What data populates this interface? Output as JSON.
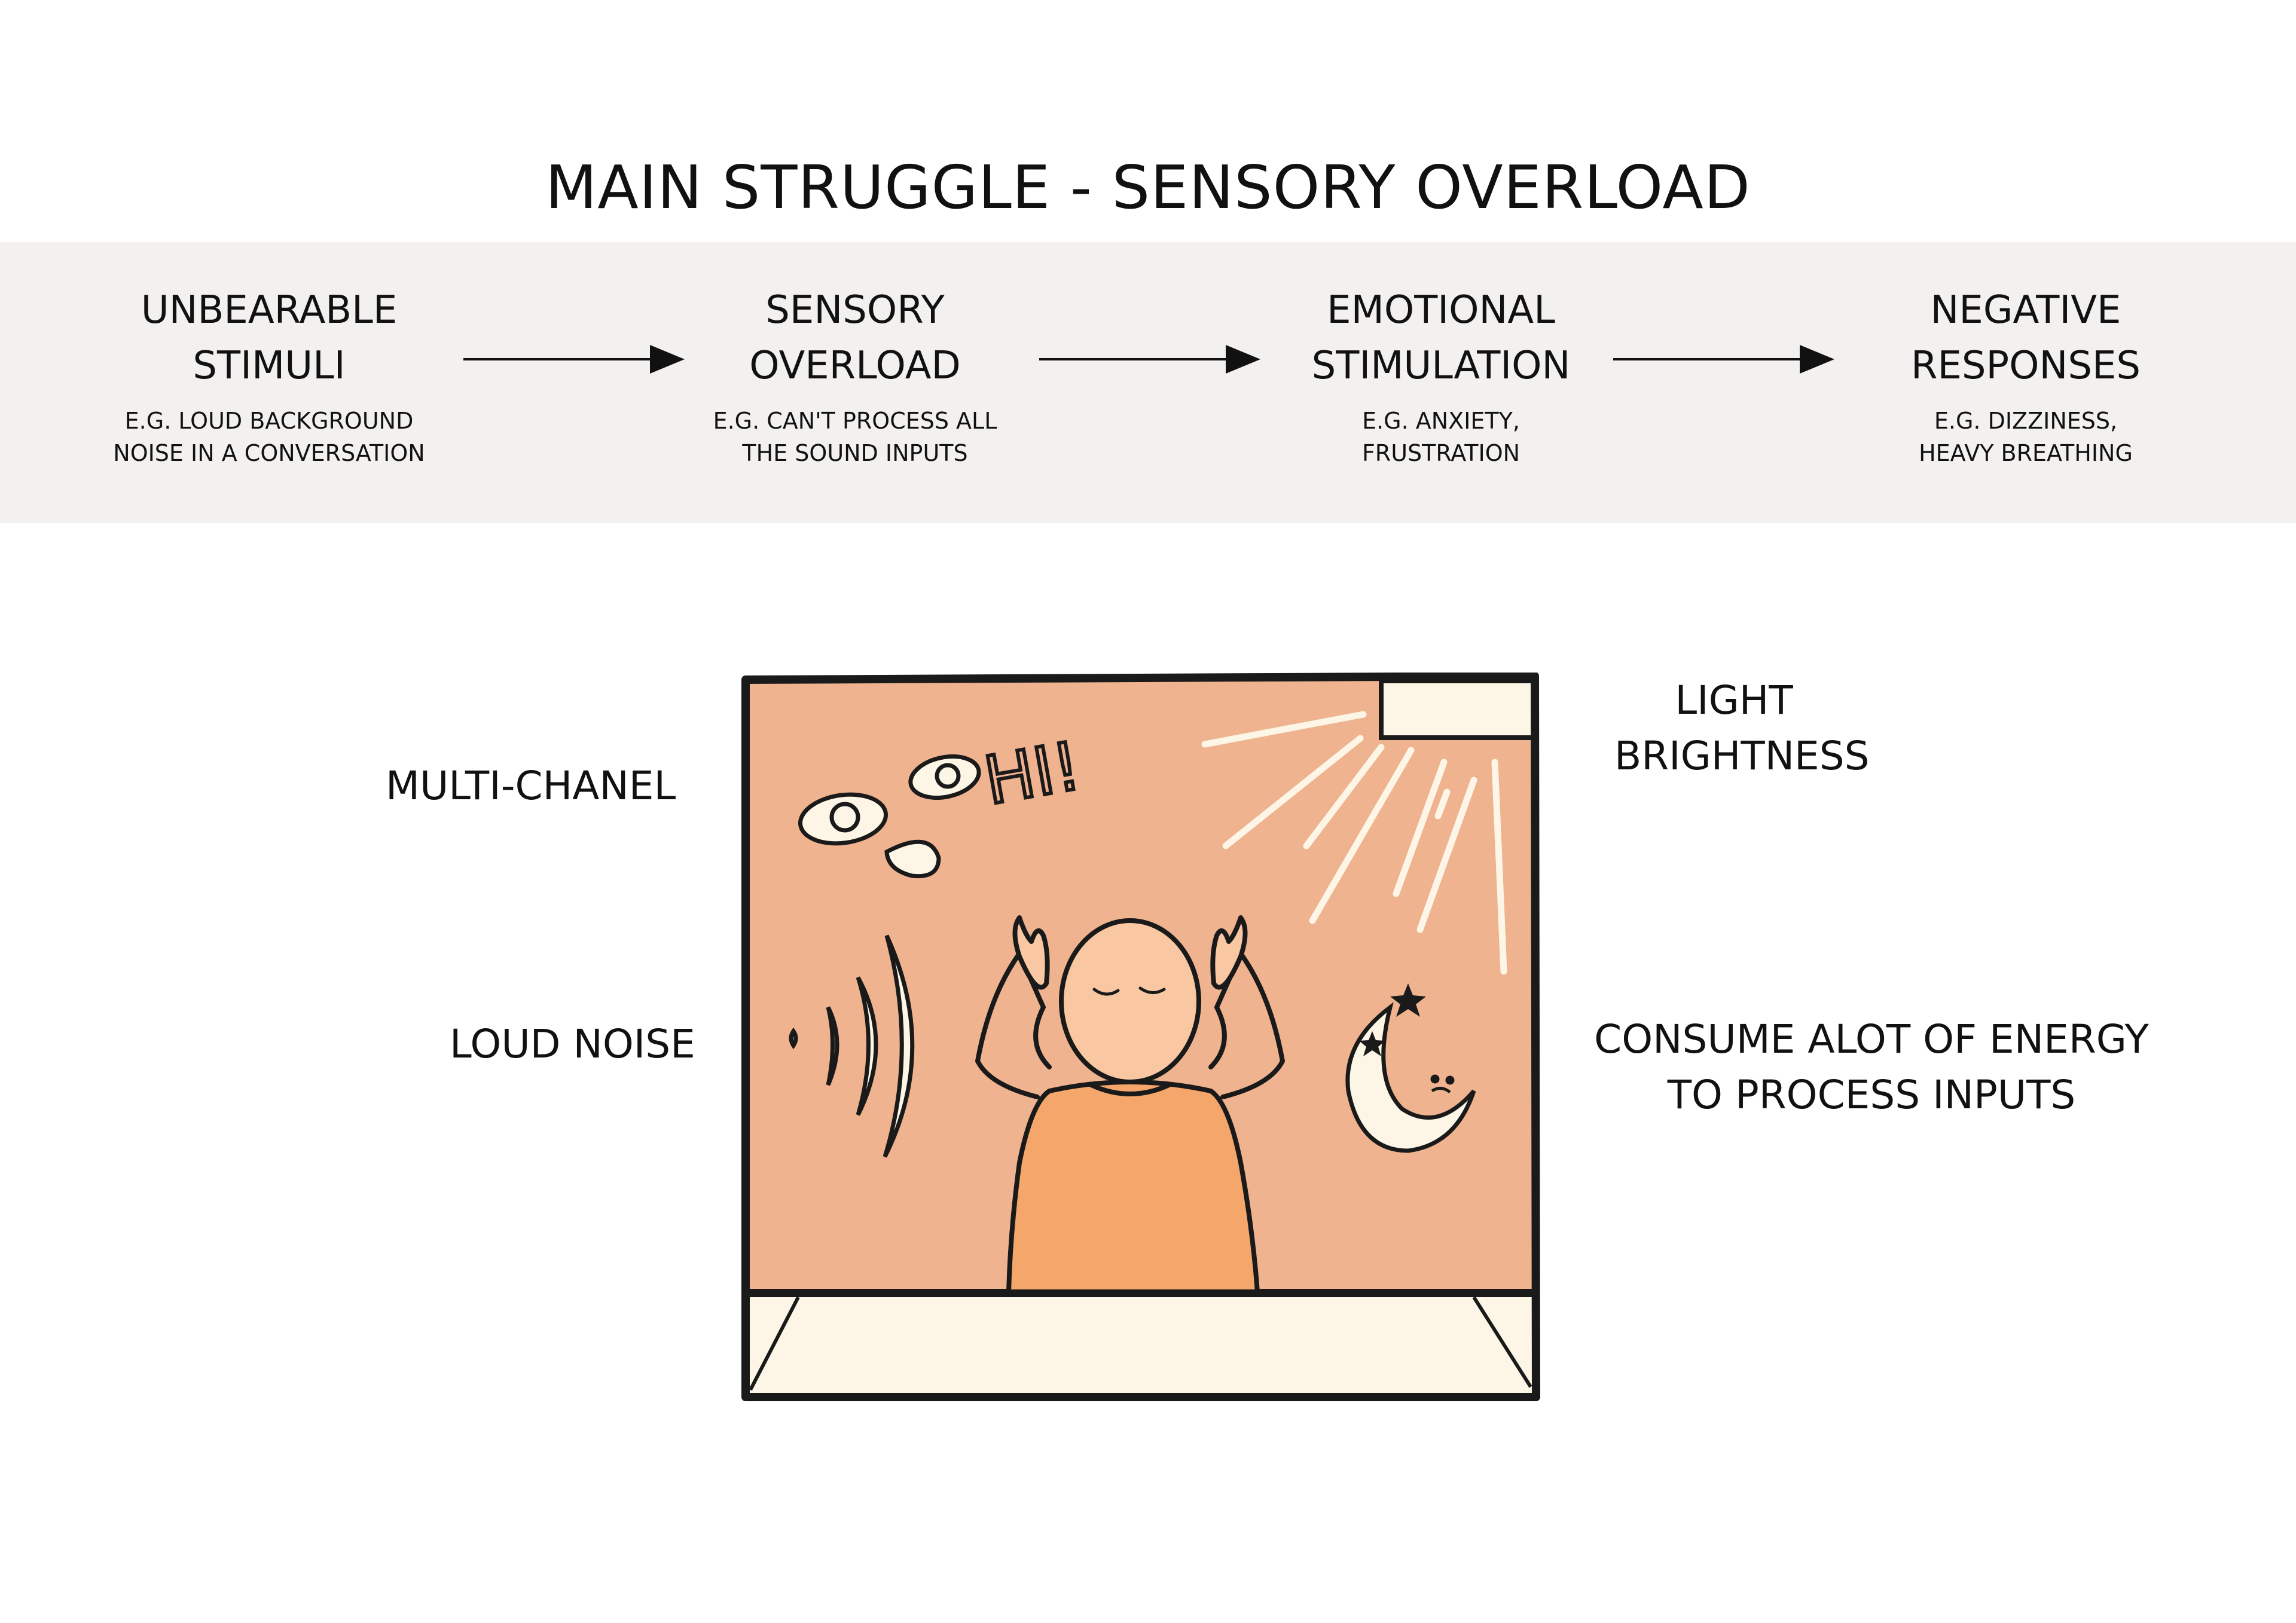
{
  "title": "MAIN STRUGGLE - SENSORY OVERLOAD",
  "steps": [
    {
      "head": "UNBEARABLE\nSTIMULI",
      "sub": "E.G. LOUD BACKGROUND\nNOISE IN A CONVERSATION"
    },
    {
      "head": "SENSORY\nOVERLOAD",
      "sub": "E.G. CAN'T PROCESS ALL\nTHE SOUND INPUTS"
    },
    {
      "head": "EMOTIONAL\nSTIMULATION",
      "sub": "E.G. ANXIETY,\nFRUSTRATION"
    },
    {
      "head": "NEGATIVE\nRESPONSES",
      "sub": "E.G.  DIZZINESS,\nHEAVY BREATHING"
    }
  ],
  "labels": {
    "multi_channel": "MULTI-CHANEL",
    "loud_noise": "LOUD NOISE",
    "light_brightness": "LIGHT\nBRIGHTNESS",
    "energy": "CONSUME ALOT OF ENERGY\nTO PROCESS INPUTS"
  },
  "illustration": {
    "speech": "HI!",
    "colors": {
      "background": "#efb38f",
      "body": "#f4a66b",
      "face": "#f9c8a2",
      "cream": "#fdf6e6",
      "outline": "#1a1a1a"
    }
  }
}
